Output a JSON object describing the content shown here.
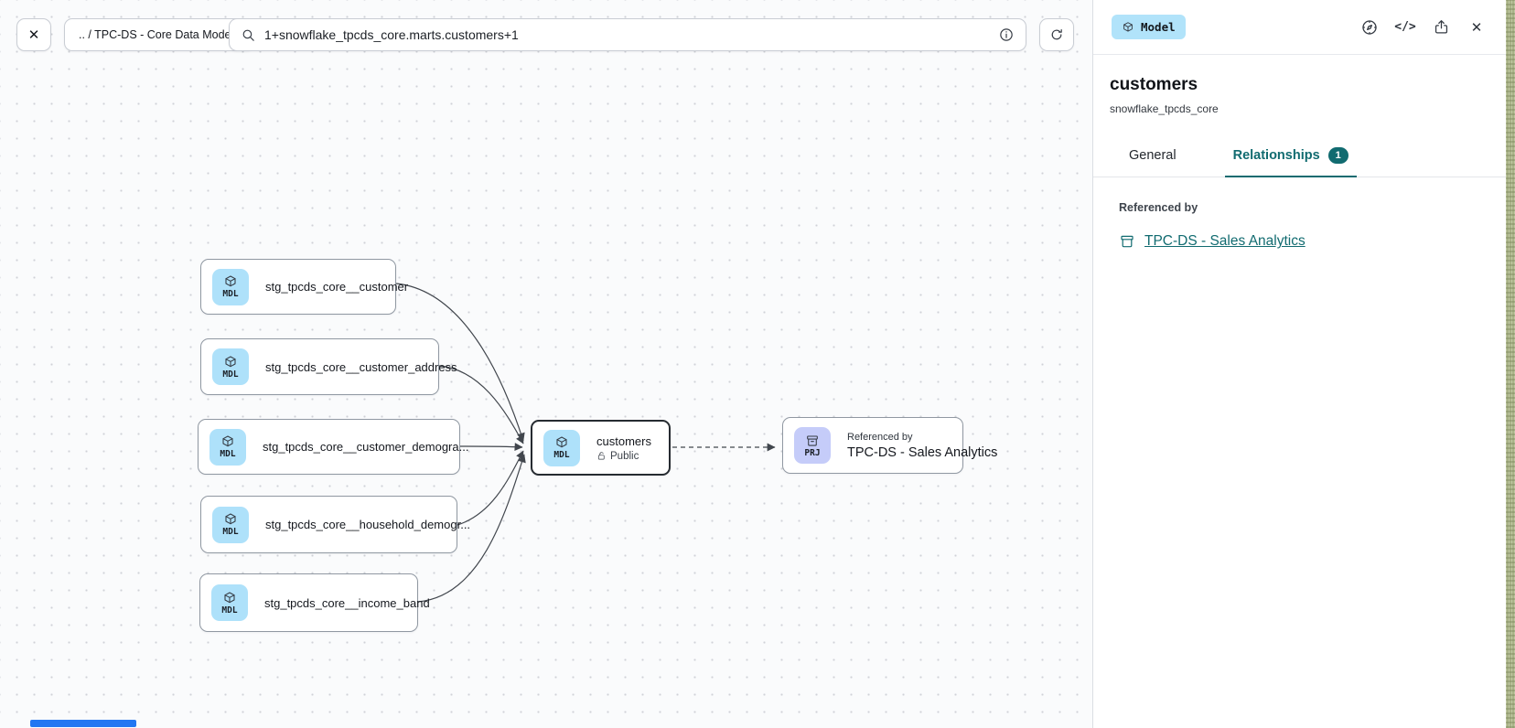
{
  "top_bar": {
    "close_glyph": "✕",
    "breadcrumb": ".. / TPC-DS - Core Data Models",
    "search": {
      "value": "1+snowflake_tpcds_core.marts.customers+1"
    }
  },
  "canvas": {
    "nodes": [
      {
        "type": "MDL",
        "label": "stg_tpcds_core__customer"
      },
      {
        "type": "MDL",
        "label": "stg_tpcds_core__customer_address"
      },
      {
        "type": "MDL",
        "label": "stg_tpcds_core__customer_demogra..."
      },
      {
        "type": "MDL",
        "label": "stg_tpcds_core__household_demogr..."
      },
      {
        "type": "MDL",
        "label": "stg_tpcds_core__income_band"
      },
      {
        "type": "MDL",
        "label": "customers",
        "visibility": "Public",
        "selected": true
      },
      {
        "type": "PRJ",
        "kicker": "Referenced by",
        "label": "TPC-DS - Sales Analytics"
      }
    ]
  },
  "panel": {
    "type_badge": "Model",
    "icons": {
      "code_glyph": "</>",
      "close_glyph": "✕"
    },
    "title": "customers",
    "subtitle": "snowflake_tpcds_core",
    "tabs": [
      {
        "label": "General",
        "active": false
      },
      {
        "label": "Relationships",
        "badge": "1",
        "active": true
      }
    ],
    "referenced_by_label": "Referenced by",
    "reference_link": "TPC-DS - Sales Analytics"
  },
  "colors": {
    "accent_teal": "#116b70",
    "model_icon_blue": "#aee1fa",
    "project_icon_lavender": "#c5ccf9",
    "badge_blue": "#b1e3fa",
    "canvas_bg": "#fafbfc",
    "edge_gray": "#41464d",
    "selected_border": "#262b31"
  }
}
